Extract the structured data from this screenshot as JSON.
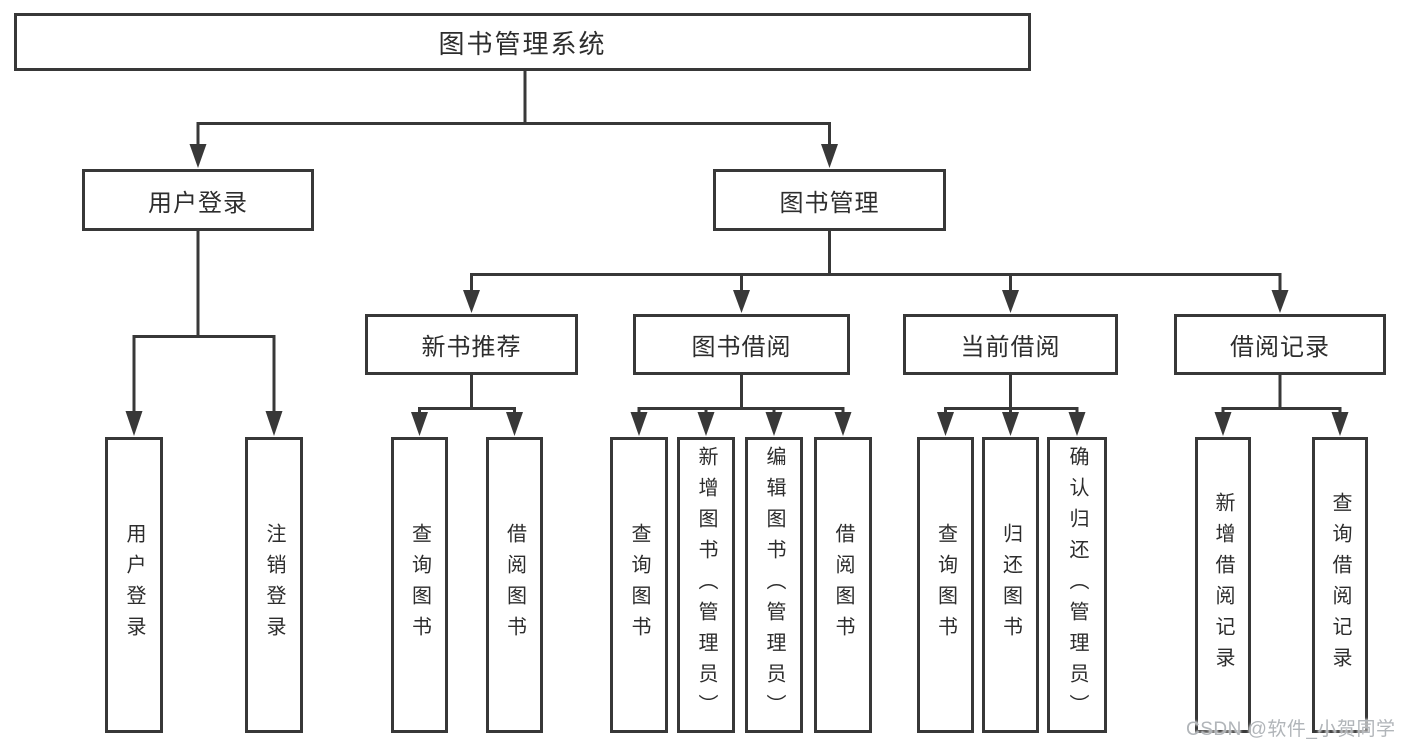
{
  "diagram": {
    "root": {
      "label": "图书管理系统"
    },
    "login": {
      "label": "用户登录",
      "children": [
        {
          "label": "用户登录"
        },
        {
          "label": "注销登录"
        }
      ]
    },
    "management": {
      "label": "图书管理",
      "children": [
        {
          "label": "新书推荐",
          "children": [
            {
              "label": "查询图书"
            },
            {
              "label": "借阅图书"
            }
          ]
        },
        {
          "label": "图书借阅",
          "children": [
            {
              "label": "查询图书"
            },
            {
              "label": "新增图书（管理员）"
            },
            {
              "label": "编辑图书（管理员）"
            },
            {
              "label": "借阅图书"
            }
          ]
        },
        {
          "label": "当前借阅",
          "children": [
            {
              "label": "查询图书"
            },
            {
              "label": "归还图书"
            },
            {
              "label": "确认归还（管理员）"
            }
          ]
        },
        {
          "label": "借阅记录",
          "children": [
            {
              "label": "新增借阅记录"
            },
            {
              "label": "查询借阅记录"
            }
          ]
        }
      ]
    }
  },
  "watermark": {
    "text": "CSDN @软件_小贺同学"
  },
  "colors": {
    "line": "#383838",
    "text": "#2d2d2d",
    "background": "#ffffff",
    "watermark": "#b1b5b9"
  }
}
